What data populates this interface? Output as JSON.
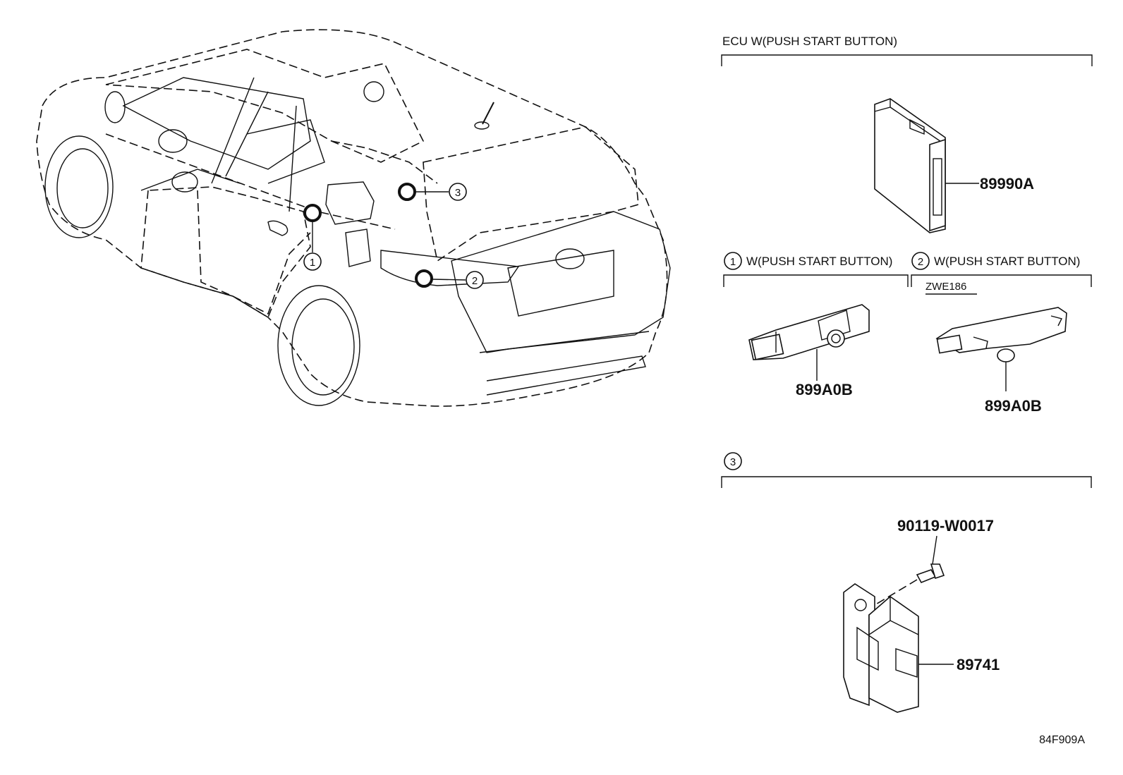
{
  "sections": {
    "ecu": {
      "header": "ECU   W(PUSH START BUTTON)",
      "part": "89990A"
    },
    "s1": {
      "num": "1",
      "header": "W(PUSH START BUTTON)",
      "part": "899A0B"
    },
    "s2": {
      "num": "2",
      "header": "W(PUSH START BUTTON)",
      "note": "ZWE186",
      "part": "899A0B"
    },
    "s3": {
      "num": "3",
      "bolt": "90119-W0017",
      "part": "89741"
    }
  },
  "callouts": [
    "1",
    "2",
    "3"
  ],
  "diagram_code": "84F909A"
}
